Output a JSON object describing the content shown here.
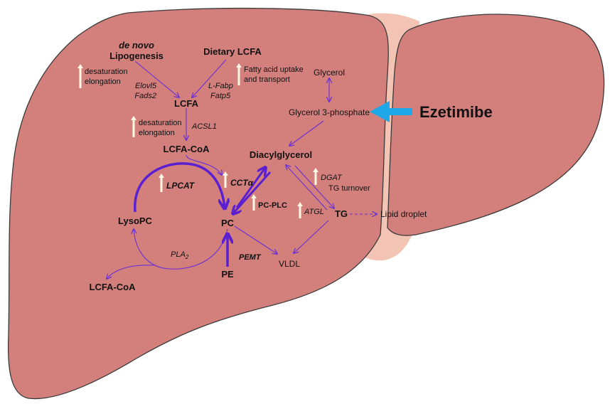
{
  "colors": {
    "liver": "#D3807D",
    "liver_edge": "#3a3a3a",
    "ligament": "#F3C4B3",
    "pathway": "#6a2fd3",
    "pathway_strong": "#5a1fd0",
    "drug_arrow": "#1EA7E9",
    "up_arrow": "#FFF7E6"
  },
  "nodes": {
    "de_novo": "de novo",
    "lipogenesis": "Lipogenesis",
    "dietary_lcfa": "Dietary LCFA",
    "lcfa": "LCFA",
    "lcfa_coa": "LCFA-CoA",
    "glycerol": "Glycerol",
    "glycerol_3p": "Glycerol 3-phosphate",
    "diacylglycerol": "Diacylglycerol",
    "tg": "TG",
    "lipid_droplet": "Lipid droplet",
    "lysopc": "LysoPC",
    "pc": "PC",
    "pe": "PE",
    "vldl": "VLDL",
    "lcfa_coa_out": "LCFA-CoA",
    "ezetimibe": "Ezetimibe"
  },
  "labels": {
    "desat_1a": "desaturation",
    "desat_1b": "elongation",
    "desat_2a": "desaturation",
    "desat_2b": "elongation",
    "fa_uptake_a": "Fatty acid uptake",
    "fa_uptake_b": "and transport",
    "tg_turnover": "TG turnover"
  },
  "enzymes": {
    "elovl5": "Elovl5",
    "fads2": "Fads2",
    "lfabp": "L-Fabp",
    "fatp5": "Fatp5",
    "acsl1": "ACSL1",
    "dgat": "DGAT",
    "atgl": "ATGL",
    "lpcat": "LPCAT",
    "cct": "CCTα",
    "pcplc": "PC-PLC",
    "pla2": "PLA",
    "pla2_sub": "2",
    "pemt": "PEMT"
  }
}
